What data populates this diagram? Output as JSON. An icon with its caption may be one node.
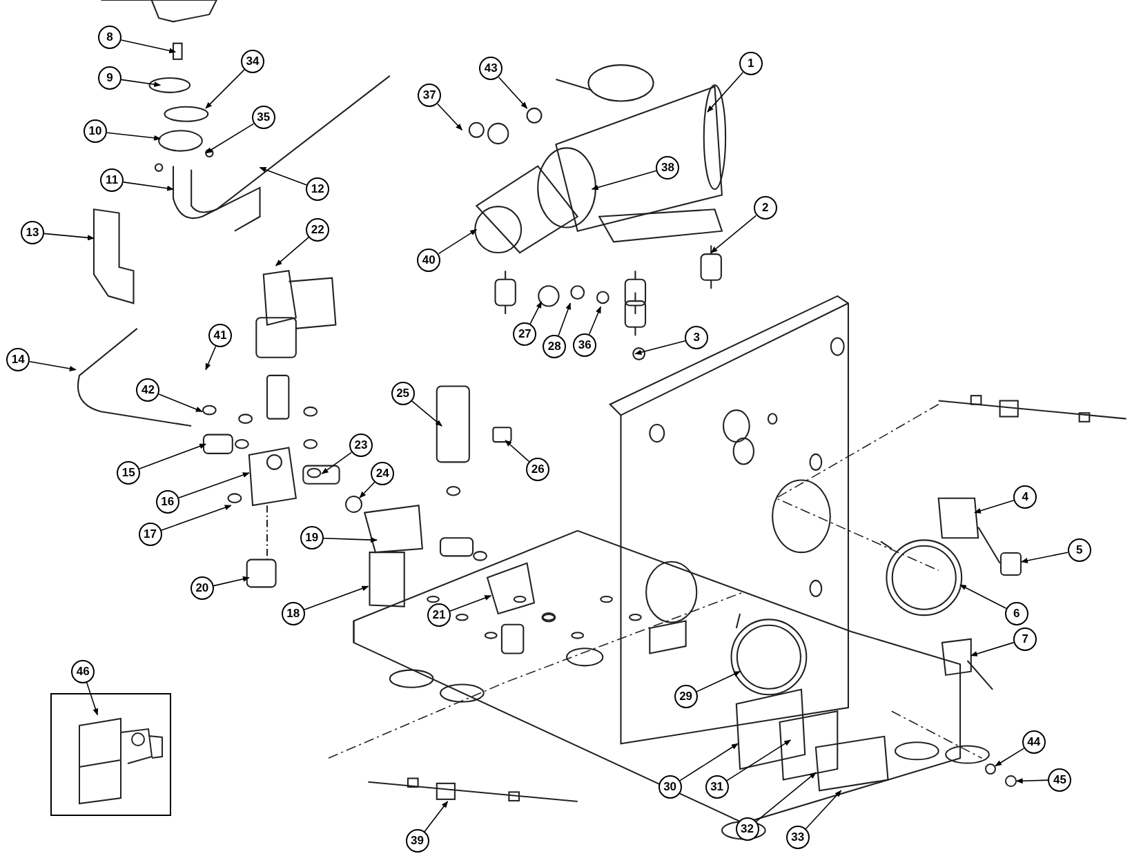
{
  "diagram": {
    "nodes": [
      {
        "text": [
          "1"
        ]
      },
      {
        "text": [
          "2"
        ]
      },
      {
        "text": [
          "3"
        ]
      },
      {
        "text": [
          "4"
        ]
      },
      {
        "text": [
          "5"
        ]
      },
      {
        "text": [
          "6"
        ]
      },
      {
        "text": [
          "7"
        ]
      },
      {
        "text": [
          "8"
        ]
      },
      {
        "text": [
          "9"
        ]
      },
      {
        "text": [
          "10"
        ]
      },
      {
        "text": [
          "11"
        ]
      },
      {
        "text": [
          "12"
        ]
      },
      {
        "text": [
          "13"
        ]
      },
      {
        "text": [
          "14"
        ]
      },
      {
        "text": [
          "15"
        ]
      },
      {
        "text": [
          "16"
        ]
      },
      {
        "text": [
          "17"
        ]
      },
      {
        "text": [
          "18"
        ]
      },
      {
        "text": [
          "19"
        ]
      },
      {
        "text": [
          "20"
        ]
      },
      {
        "text": [
          "21"
        ]
      },
      {
        "text": [
          "22"
        ]
      },
      {
        "text": [
          "23"
        ]
      },
      {
        "text": [
          "24"
        ]
      },
      {
        "text": [
          "25"
        ]
      },
      {
        "text": [
          "26"
        ]
      },
      {
        "text": [
          "27"
        ]
      },
      {
        "text": [
          "28"
        ]
      },
      {
        "text": [
          "29"
        ]
      },
      {
        "text": [
          "30"
        ]
      },
      {
        "text": [
          "31"
        ]
      },
      {
        "text": [
          "32"
        ]
      },
      {
        "text": [
          "33"
        ]
      },
      {
        "text": [
          "34"
        ]
      },
      {
        "text": [
          "35"
        ]
      },
      {
        "text": [
          "36"
        ]
      },
      {
        "text": [
          "37"
        ]
      },
      {
        "text": [
          "38"
        ]
      },
      {
        "text": [
          "39"
        ]
      },
      {
        "text": [
          "40"
        ]
      },
      {
        "text": [
          "41"
        ]
      },
      {
        "text": [
          "42"
        ]
      },
      {
        "text": [
          "43"
        ]
      },
      {
        "text": [
          "44"
        ]
      },
      {
        "text": [
          "45"
        ]
      },
      {
        "text": [],
        "shape": "box"
      },
      {
        "text": [
          "46"
        ]
      },
      {
        "text": [],
        "shape": "circle"
      },
      {
        "text": [],
        "shape": "circle"
      },
      {
        "text": [],
        "shape": "box"
      },
      {
        "text": [],
        "shape": "circle"
      }
    ],
    "edges": [
      {
        "from": 0,
        "to": null,
        "arrow": "to"
      },
      {
        "from": 1,
        "to": null,
        "arrow": "to"
      },
      {
        "from": 2,
        "to": null,
        "arrow": "to"
      },
      {
        "from": 3,
        "to": null,
        "arrow": "to"
      },
      {
        "from": 4,
        "to": 49,
        "arrow": "to"
      },
      {
        "from": 5,
        "to": null,
        "arrow": "to"
      },
      {
        "from": 6,
        "to": null,
        "arrow": "to"
      },
      {
        "from": 7,
        "to": null,
        "arrow": "to"
      },
      {
        "from": 8,
        "to": null,
        "arrow": "to"
      },
      {
        "from": 9,
        "to": null,
        "arrow": "to"
      },
      {
        "from": 10,
        "to": null,
        "arrow": "to"
      },
      {
        "from": 11,
        "to": null,
        "arrow": "to"
      },
      {
        "from": 12,
        "to": null,
        "arrow": "to"
      },
      {
        "from": 13,
        "to": null,
        "arrow": "to"
      },
      {
        "from": 14,
        "to": null,
        "arrow": "to"
      },
      {
        "from": 15,
        "to": null,
        "arrow": "to"
      },
      {
        "from": 16,
        "to": null,
        "arrow": "to"
      },
      {
        "from": 17,
        "to": null,
        "arrow": "to"
      },
      {
        "from": 18,
        "to": null,
        "arrow": "to"
      },
      {
        "from": 19,
        "to": null,
        "arrow": "to"
      },
      {
        "from": 20,
        "to": null,
        "arrow": "to"
      },
      {
        "from": 21,
        "to": null,
        "arrow": "to"
      },
      {
        "from": 22,
        "to": null,
        "arrow": "to"
      },
      {
        "from": 23,
        "to": 47,
        "arrow": "to"
      },
      {
        "from": 24,
        "to": null,
        "arrow": "to"
      },
      {
        "from": 25,
        "to": null,
        "arrow": "to"
      },
      {
        "from": 26,
        "to": null,
        "arrow": "to"
      },
      {
        "from": 27,
        "to": null,
        "arrow": "to"
      },
      {
        "from": 28,
        "to": null,
        "arrow": "to"
      },
      {
        "from": 29,
        "to": null,
        "arrow": "to"
      },
      {
        "from": 30,
        "to": null,
        "arrow": "to"
      },
      {
        "from": 31,
        "to": null,
        "arrow": "to"
      },
      {
        "from": 32,
        "to": null,
        "arrow": "to"
      },
      {
        "from": 33,
        "to": null,
        "arrow": "to"
      },
      {
        "from": 34,
        "to": null,
        "arrow": "to"
      },
      {
        "from": 35,
        "to": null,
        "arrow": "to"
      },
      {
        "from": 36,
        "to": null,
        "arrow": "to"
      },
      {
        "from": 37,
        "to": null,
        "arrow": "to"
      },
      {
        "from": 38,
        "to": null,
        "arrow": "to"
      },
      {
        "from": 39,
        "to": null,
        "arrow": "to"
      },
      {
        "from": 40,
        "to": null,
        "arrow": "to"
      },
      {
        "from": 41,
        "to": null,
        "arrow": "to"
      },
      {
        "from": 42,
        "to": null,
        "arrow": "to"
      },
      {
        "from": 43,
        "to": 48,
        "arrow": "to"
      },
      {
        "from": 44,
        "to": 50,
        "arrow": "to"
      },
      {
        "from": 46,
        "to": 45,
        "arrow": "to"
      }
    ]
  }
}
